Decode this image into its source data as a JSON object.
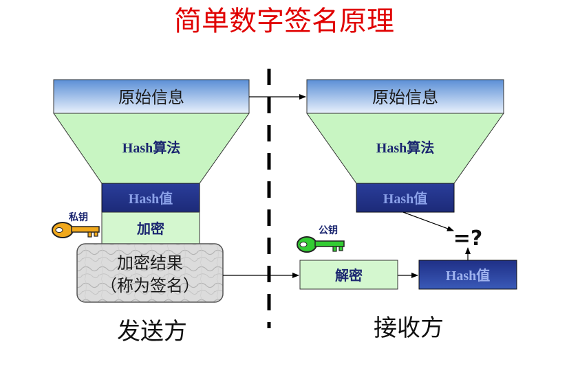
{
  "title": "简单数字签名原理",
  "colors": {
    "title": "#e00000",
    "info_top": "#5b8fd6",
    "info_bottom": "#e4eefb",
    "funnel": "#c8f5c2",
    "hash_dark": "#283a94",
    "hash_text": "#ffffff",
    "green_box": "#d4f7cf",
    "key_orange": "#f0a81c",
    "key_green": "#33cc33",
    "divider": "#000000"
  },
  "sender": {
    "info_label": "原始信息",
    "algo_label": "Hash算法",
    "hash_label": "Hash值",
    "encrypt_label": "加密",
    "private_key_label": "私钥",
    "result_line1": "加密结果",
    "result_line2": "（称为签名）",
    "caption": "发送方",
    "key_icon": "orange-key-icon"
  },
  "receiver": {
    "info_label": "原始信息",
    "algo_label": "Hash算法",
    "hash_label": "Hash值",
    "decrypt_label": "解密",
    "public_key_label": "公钥",
    "decrypted_hash_label": "Hash值",
    "compare_label": "=?",
    "caption": "接收方",
    "key_icon": "green-key-icon"
  }
}
